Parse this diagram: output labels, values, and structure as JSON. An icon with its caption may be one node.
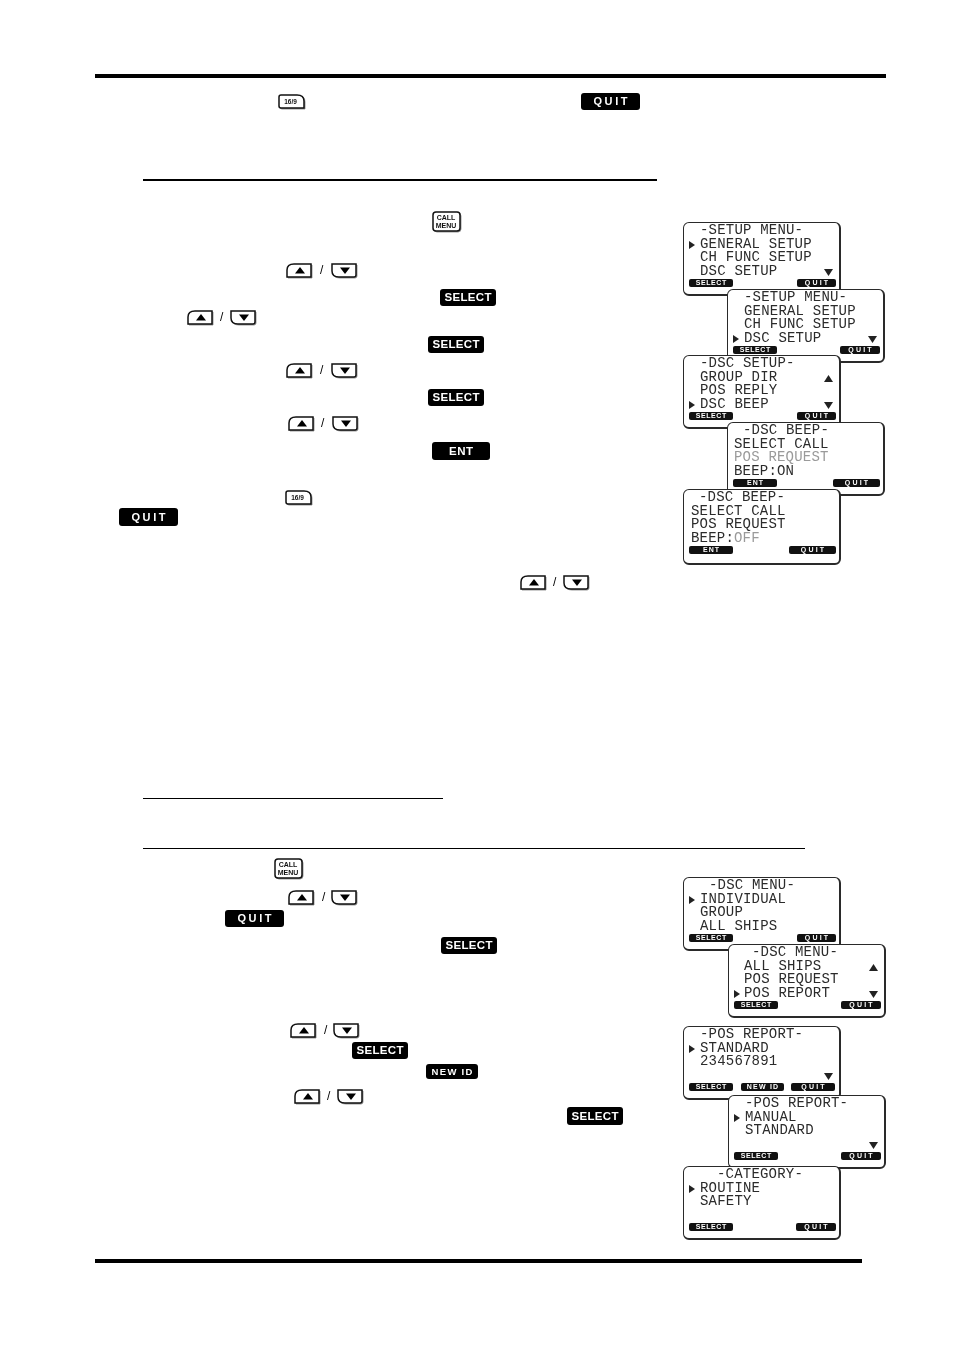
{
  "diagram": {
    "nodes": [
      {
        "text": [
          "16/9"
        ]
      },
      {
        "text": [
          "QUIT"
        ]
      },
      {
        "text": [
          "CALL MENU"
        ]
      },
      {
        "text": [
          "-SETUP MENU-",
          "GENERAL SETUP",
          "CH FUNC SETUP",
          "DSC SETUP"
        ]
      },
      {
        "text": [
          "SELECT"
        ],
        "in": 3
      },
      {
        "text": [
          "QUIT"
        ],
        "in": 3
      },
      {
        "text": [
          "SELECT"
        ]
      },
      {
        "text": [
          "-SETUP MENU-",
          "GENERAL SETUP",
          "CH FUNC SETUP",
          "DSC SETUP"
        ]
      },
      {
        "text": [
          "SELECT"
        ],
        "in": 7
      },
      {
        "text": [
          "QUIT"
        ],
        "in": 7
      },
      {
        "text": [
          "SELECT"
        ]
      },
      {
        "text": [
          "-DSC SETUP-",
          "GROUP DIR",
          "POS REPLY",
          "DSC BEEP"
        ]
      },
      {
        "text": [
          "SELECT"
        ],
        "in": 11
      },
      {
        "text": [
          "QUIT"
        ],
        "in": 11
      },
      {
        "text": [
          "SELECT"
        ]
      },
      {
        "text": [
          "-DSC BEEP-",
          "SELECT CALL",
          "POS REQUEST",
          "BEEP:ON"
        ]
      },
      {
        "text": [
          "ENT"
        ],
        "in": 15
      },
      {
        "text": [
          "QUIT"
        ],
        "in": 15
      },
      {
        "text": [
          "ENT"
        ]
      },
      {
        "text": [
          "-DSC BEEP-",
          "SELECT CALL",
          "POS REQUEST",
          "BEEP:",
          "OFF"
        ]
      },
      {
        "text": [
          "ENT"
        ],
        "in": 19
      },
      {
        "text": [
          "QUIT"
        ],
        "in": 19
      },
      {
        "text": [
          "16/9"
        ]
      },
      {
        "text": [
          "QUIT"
        ]
      },
      {
        "text": [
          "CALL MENU"
        ]
      },
      {
        "text": [
          "-DSC MENU-",
          "INDIVIDUAL",
          "GROUP",
          "ALL SHIPS"
        ]
      },
      {
        "text": [
          "SELECT"
        ],
        "in": 25
      },
      {
        "text": [
          "QUIT"
        ],
        "in": 25
      },
      {
        "text": [
          "QUIT"
        ]
      },
      {
        "text": [
          "-DSC MENU-",
          "ALL SHIPS",
          "POS REQUEST",
          "POS REPORT"
        ]
      },
      {
        "text": [
          "SELECT"
        ],
        "in": 29
      },
      {
        "text": [
          "QUIT"
        ],
        "in": 29
      },
      {
        "text": [
          "SELECT"
        ]
      },
      {
        "text": [
          "-POS REPORT-",
          "STANDARD",
          "234567891"
        ]
      },
      {
        "text": [
          "SELECT"
        ],
        "in": 33
      },
      {
        "text": [
          "NEW ID"
        ],
        "in": 33
      },
      {
        "text": [
          "QUIT"
        ],
        "in": 33
      },
      {
        "text": [
          "SELECT"
        ]
      },
      {
        "text": [
          "NEW ID"
        ]
      },
      {
        "text": [
          "-POS REPORT-",
          "MANUAL",
          "STANDARD"
        ]
      },
      {
        "text": [
          "SELECT"
        ],
        "in": 39
      },
      {
        "text": [
          "QUIT"
        ],
        "in": 39
      },
      {
        "text": [
          "SELECT"
        ]
      },
      {
        "text": [
          "-CATEGORY-",
          "ROUTINE",
          "SAFETY"
        ]
      },
      {
        "text": [
          "SELECT"
        ],
        "in": 43
      },
      {
        "text": [
          "QUIT"
        ],
        "in": 43
      }
    ],
    "labels": [
      "/",
      "/",
      "/",
      "/",
      "/",
      "/",
      "/",
      "/"
    ]
  }
}
